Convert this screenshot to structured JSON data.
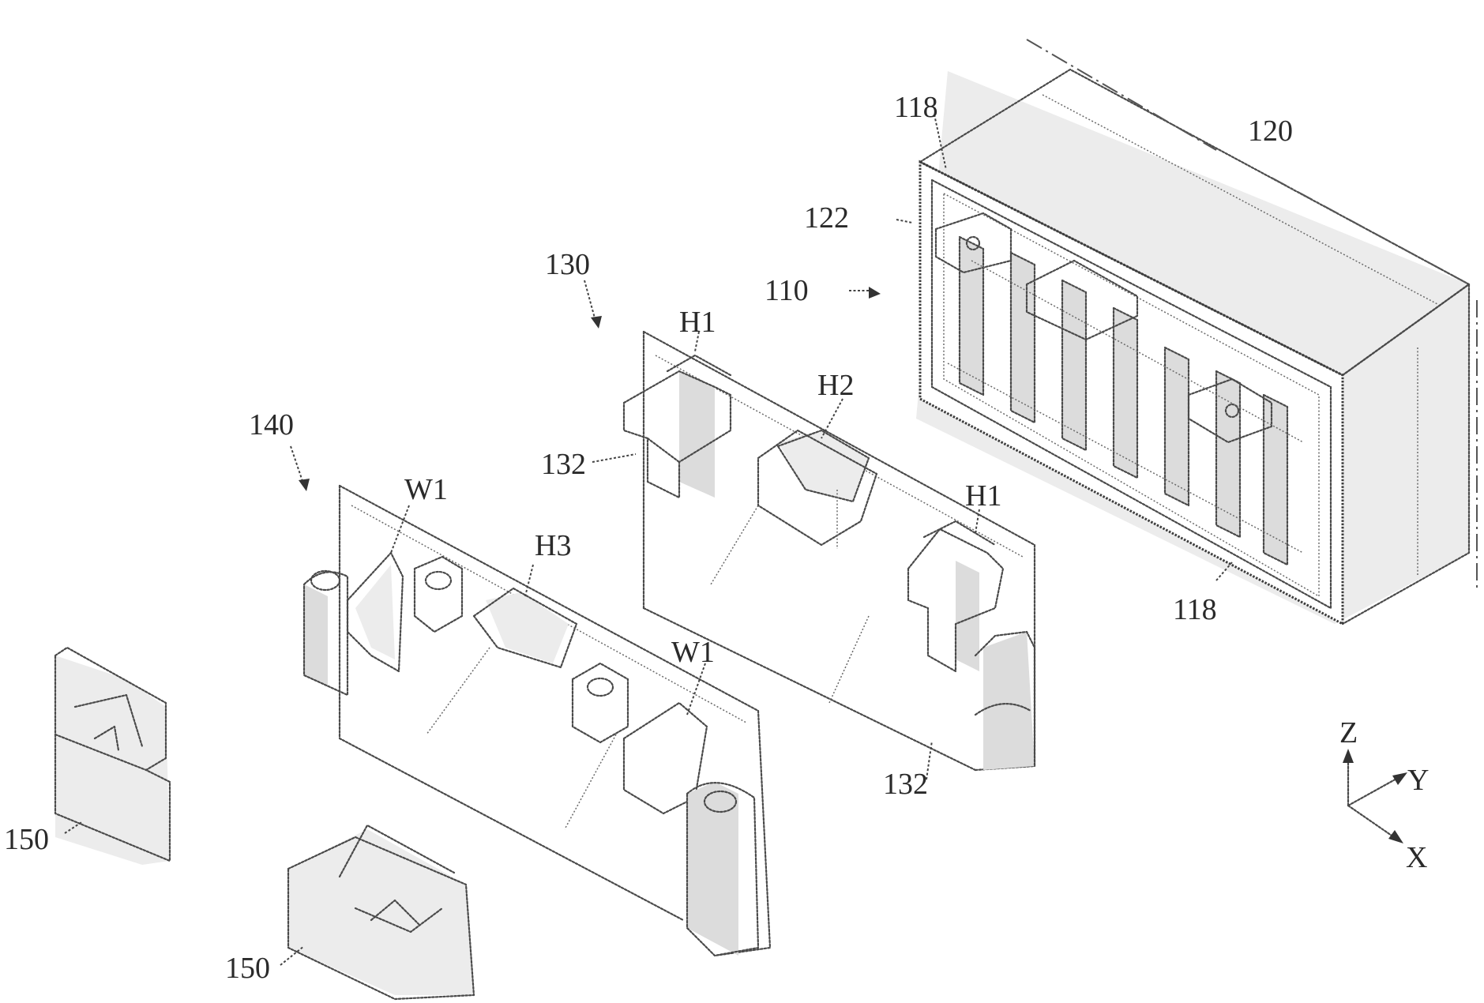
{
  "labels": {
    "module_110": "110",
    "housing_120": "120",
    "bus_bar_118_top": "118",
    "bus_bar_118_bottom": "118",
    "frame_122": "122",
    "cover_130": "130",
    "hook_132_left": "132",
    "hook_132_right": "132",
    "hole_h1_left": "H1",
    "hole_h1_right": "H1",
    "hole_h2": "H2",
    "cover_140": "140",
    "window_w1_left": "W1",
    "window_w1_right": "W1",
    "hole_h3": "H3",
    "cap_150_left": "150",
    "cap_150_bottom": "150"
  },
  "axes": {
    "z": "Z",
    "y": "Y",
    "x": "X"
  }
}
